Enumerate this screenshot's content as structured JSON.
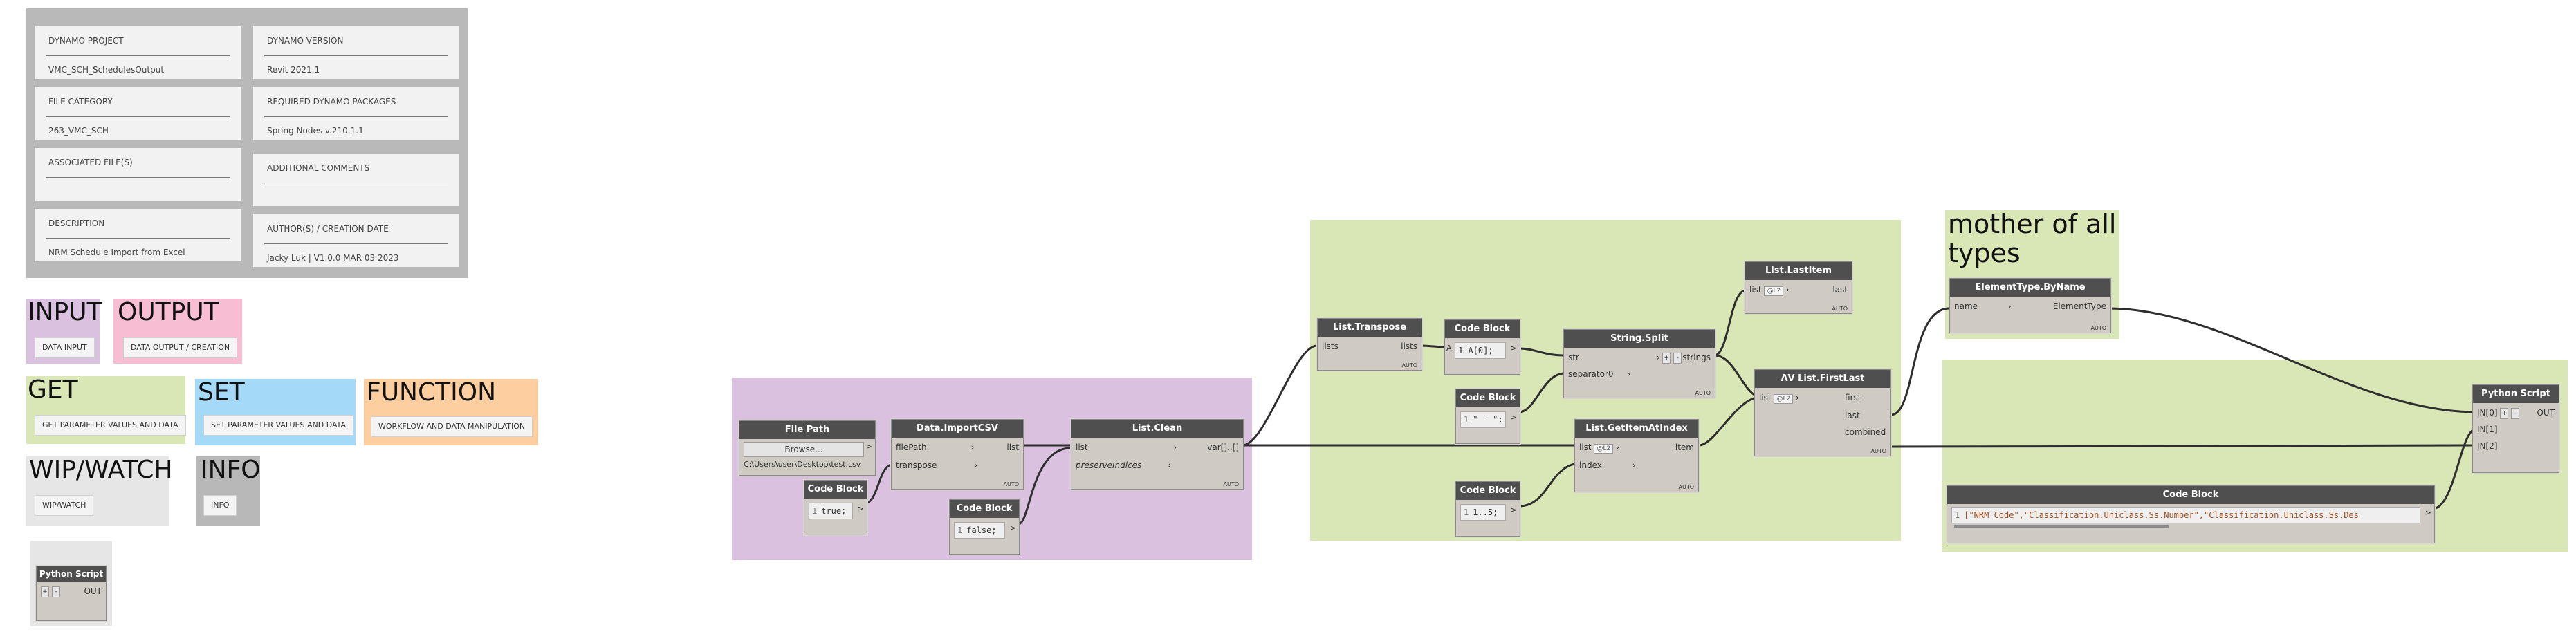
{
  "info": {
    "cells": [
      {
        "label": "DYNAMO PROJECT",
        "value": "VMC_SCH_SchedulesOutput"
      },
      {
        "label": "DYNAMO VERSION",
        "value": "Revit 2021.1"
      },
      {
        "label": "FILE CATEGORY",
        "value": "263_VMC_SCH"
      },
      {
        "label": "REQUIRED DYNAMO PACKAGES",
        "value": "Spring Nodes v.210.1.1"
      },
      {
        "label": "ASSOCIATED FILE(S)",
        "value": ""
      },
      {
        "label": "ADDITIONAL COMMENTS",
        "value": ""
      },
      {
        "label": "DESCRIPTION",
        "value": "NRM Schedule Import from Excel"
      },
      {
        "label": "AUTHOR(S) / CREATION DATE",
        "value": "Jacky Luk | V1.0.0 MAR 03 2023"
      }
    ]
  },
  "legend": {
    "input": {
      "title": "INPUT",
      "tag": "DATA INPUT",
      "color": "#dac1e0"
    },
    "output": {
      "title": "OUTPUT",
      "tag": "DATA OUTPUT / CREATION",
      "color": "#f7bdd3"
    },
    "get": {
      "title": "GET",
      "tag": "GET PARAMETER VALUES AND DATA",
      "color": "#d9e6b6"
    },
    "set": {
      "title": "SET",
      "tag": "SET PARAMETER VALUES AND DATA",
      "color": "#a4d9f7"
    },
    "function": {
      "title": "FUNCTION",
      "tag": "WORKFLOW AND DATA MANIPULATION",
      "color": "#fdcfa0"
    },
    "wip": {
      "title": "WIP/WATCH",
      "tag": "WIP/WATCH",
      "color": "#e6e6e6"
    },
    "info": {
      "title": "INFO",
      "tag": "INFO",
      "color": "#b8b8b8"
    }
  },
  "groups": {
    "mother_title": "mother of all types"
  },
  "nodes": {
    "legend_python": {
      "title": "Python Script",
      "plus": "+",
      "minus": "-",
      "out": "OUT"
    },
    "file_path": {
      "title": "File Path",
      "browse": "Browse...",
      "path": "C:\\Users\\user\\Desktop\\test.csv"
    },
    "code_true": {
      "title": "Code Block",
      "line": "1",
      "code": "true;",
      "out": ">"
    },
    "import_csv": {
      "title": "Data.ImportCSV",
      "in1": "filePath",
      "in2": "transpose",
      "out": "list",
      "lacing": "AUTO"
    },
    "code_false": {
      "title": "Code Block",
      "line": "1",
      "code": "false;",
      "out": ">"
    },
    "list_clean": {
      "title": "List.Clean",
      "in1": "list",
      "in2": "preserveIndices",
      "out": "var[]..[]",
      "lacing": "AUTO"
    },
    "transpose": {
      "title": "List.Transpose",
      "in1": "lists",
      "out": "lists",
      "lacing": "AUTO"
    },
    "code_a0": {
      "title": "Code Block",
      "code": "1 A[0];",
      "out": ">",
      "in": "A"
    },
    "code_dash": {
      "title": "Code Block",
      "line": "1",
      "code": "\" - \";",
      "out": ">"
    },
    "split": {
      "title": "String.Split",
      "in1": "str",
      "in2": "separator0",
      "plus": "+",
      "minus": "-",
      "out": "strings",
      "lacing": "AUTO"
    },
    "last_item": {
      "title": "List.LastItem",
      "in1": "list",
      "lvl": "@L2",
      "out": "last",
      "lacing": "AUTO"
    },
    "first_last": {
      "title": "ΛV List.FirstLast",
      "in1": "list",
      "lvl": "@L2",
      "out1": "first",
      "out2": "last",
      "out3": "combined",
      "lacing": "AUTO"
    },
    "code_range": {
      "title": "Code Block",
      "line": "1",
      "code": "1..5;",
      "out": ">"
    },
    "get_item": {
      "title": "List.GetItemAtIndex",
      "in1": "list",
      "lvl": "@L2",
      "in2": "index",
      "out": "item",
      "lacing": "AUTO"
    },
    "elem_type": {
      "title": "ElementType.ByName",
      "in1": "name",
      "out": "ElementType",
      "lacing": "AUTO"
    },
    "code_params": {
      "title": "Code Block",
      "line": "1",
      "code": "[\"NRM Code\",\"Classification.Uniclass.Ss.Number\",\"Classification.Uniclass.Ss.Des",
      "out": ">"
    },
    "python": {
      "title": "Python Script",
      "in0": "IN[0]",
      "in1": "IN[1]",
      "in2": "IN[2]",
      "plus": "+",
      "minus": "-",
      "out": "OUT"
    }
  }
}
